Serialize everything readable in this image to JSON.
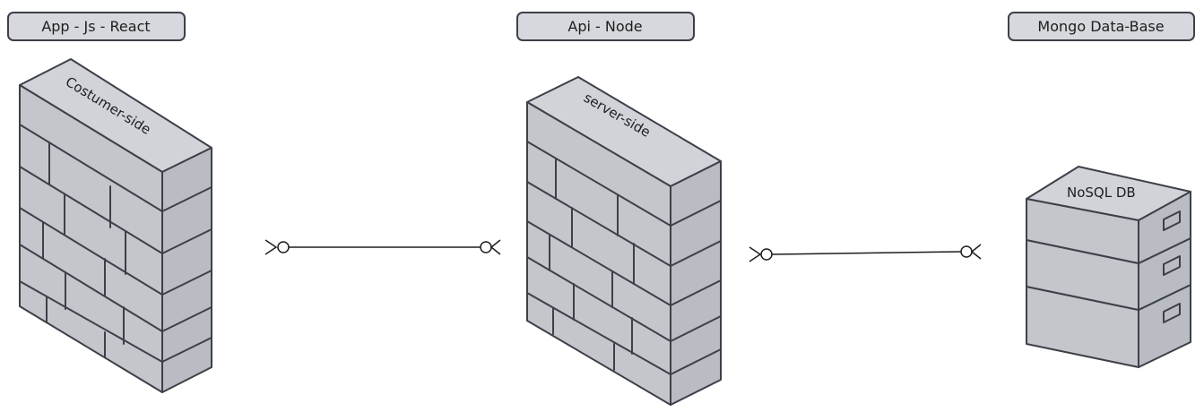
{
  "labels": {
    "app": "App - Js - React",
    "api": "Api - Node",
    "db": "Mongo Data-Base"
  },
  "components": {
    "client_wall": "Costumer-side",
    "server_wall": "server-side",
    "database": "NoSQL DB"
  },
  "colors": {
    "fill_top": "#d1d3d8",
    "fill_left": "#c4c6cc",
    "fill_right": "#b9bcc2",
    "stroke": "#3d4048",
    "label_fill": "#d6d8dd"
  }
}
